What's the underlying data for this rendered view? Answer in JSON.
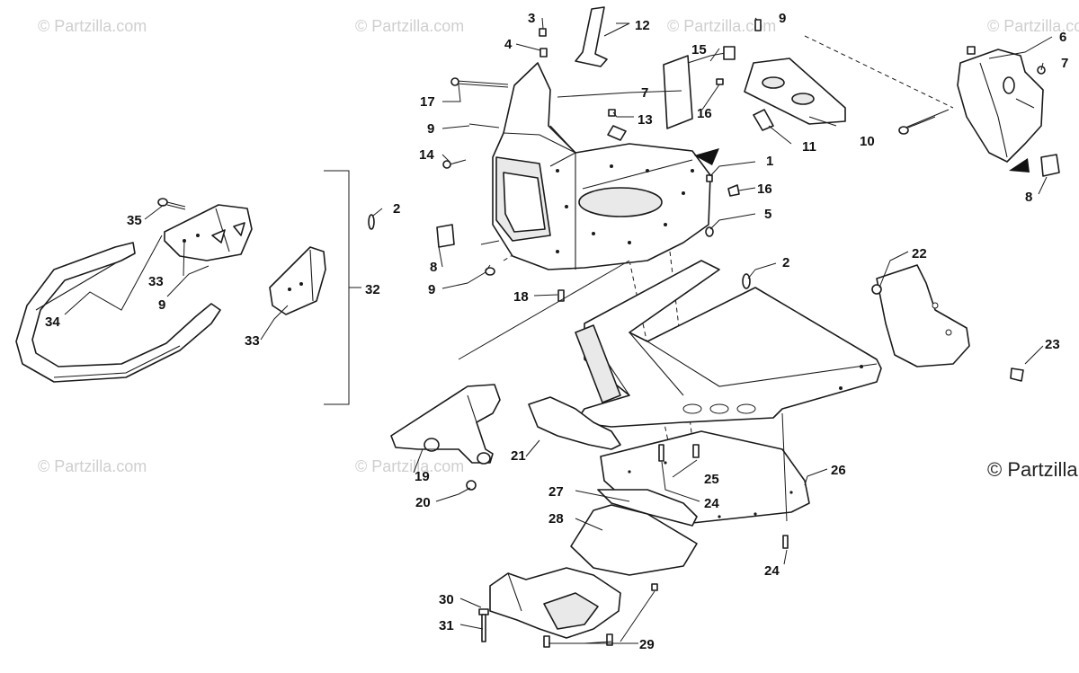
{
  "diagram": {
    "watermarks": {
      "faint": "© Partzilla.com",
      "main": "© Partzilla"
    },
    "callouts": [
      "1",
      "2",
      "2",
      "3",
      "4",
      "5",
      "6",
      "7",
      "7",
      "8",
      "8",
      "9",
      "9",
      "9",
      "9",
      "10",
      "11",
      "12",
      "13",
      "14",
      "15",
      "16",
      "16",
      "17",
      "18",
      "19",
      "20",
      "21",
      "22",
      "23",
      "24",
      "24",
      "25",
      "26",
      "27",
      "28",
      "29",
      "30",
      "31",
      "32",
      "33",
      "33",
      "34",
      "35"
    ]
  }
}
